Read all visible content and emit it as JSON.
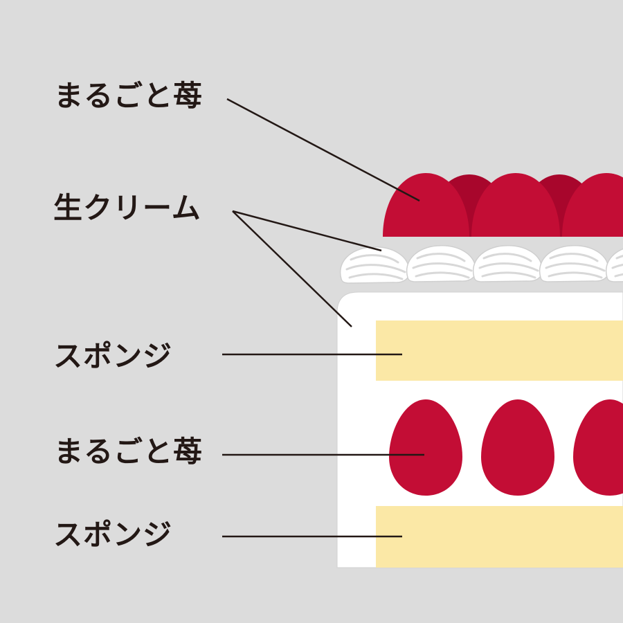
{
  "labels": [
    {
      "id": "top-strawberry",
      "text": "まるごと苺"
    },
    {
      "id": "cream",
      "text": "生クリーム"
    },
    {
      "id": "sponge-upper",
      "text": "スポンジ"
    },
    {
      "id": "middle-strawberry",
      "text": "まるごと苺"
    },
    {
      "id": "sponge-lower",
      "text": "スポンジ"
    }
  ],
  "colors": {
    "background": "#dcdcdc",
    "strawberry": "#c30d35",
    "strawberry_dark": "#a8062c",
    "cream": "#ffffff",
    "cream_shadow": "#e4e4e4",
    "sponge": "#fbe8a6",
    "leader_line": "#231815",
    "text": "#231815"
  }
}
